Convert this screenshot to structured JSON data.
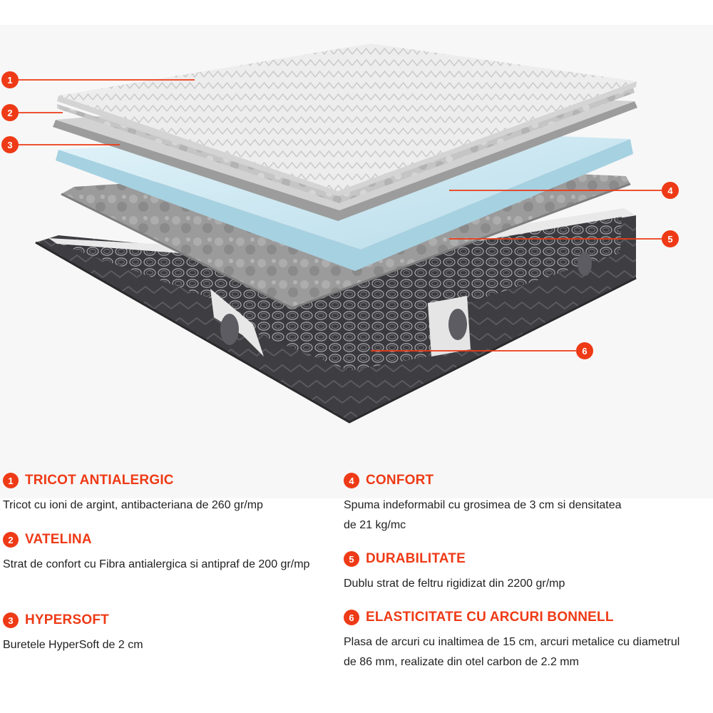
{
  "accent_color": "#ee3a16",
  "callouts": [
    {
      "number": "1"
    },
    {
      "number": "2"
    },
    {
      "number": "3"
    },
    {
      "number": "4"
    },
    {
      "number": "5"
    },
    {
      "number": "6"
    }
  ],
  "features": [
    {
      "number": "1",
      "title": "TRICOT ANTIALERGIC",
      "description": "Tricot cu ioni de argint, antibacteriana de 260 gr/mp"
    },
    {
      "number": "2",
      "title": "VATELINA",
      "description": "Strat de confort cu Fibra antialergica si antipraf de 200 gr/mp"
    },
    {
      "number": "3",
      "title": "HYPERSOFT",
      "description": "Buretele HyperSoft de 2 cm"
    },
    {
      "number": "4",
      "title": "CONFORT",
      "description": "Spuma indeformabil cu grosimea de 3 cm si densitatea de 21 kg/mc"
    },
    {
      "number": "5",
      "title": "DURABILITATE",
      "description": "Dublu strat de feltru rigidizat din 2200 gr/mp"
    },
    {
      "number": "6",
      "title": "ELASTICITATE CU ARCURI BONNELL",
      "description": "Plasa de arcuri cu inaltimea de 15 cm, arcuri metalice cu diametrul de 86 mm, realizate din otel carbon de 2.2 mm"
    }
  ]
}
